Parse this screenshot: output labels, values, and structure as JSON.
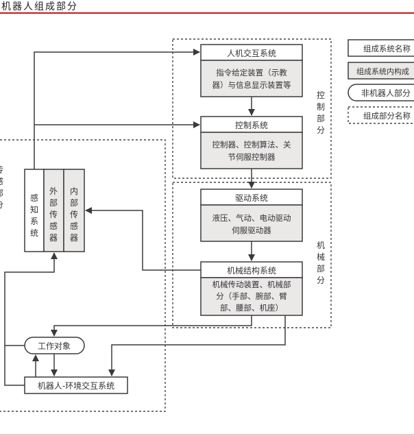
{
  "title": "机器人组成部分",
  "colors": {
    "accent_rule": "#c8161d",
    "box_stroke": "#3a3a3a",
    "box_fill_header": "#ffffff",
    "box_fill_body": "#ebe8e8",
    "line": "#3a3a3a",
    "text": "#333333"
  },
  "groups": {
    "control": {
      "label": [
        "控",
        "制",
        "部",
        "分"
      ]
    },
    "mechanical": {
      "label": [
        "机",
        "械",
        "部",
        "分"
      ]
    },
    "sensing": {
      "label": [
        "传",
        "感",
        "部",
        "分"
      ]
    }
  },
  "systems": {
    "hmi": {
      "name": "人机交互系统",
      "content": [
        "指令给定装置（示教",
        "器）与信息显示装置等"
      ]
    },
    "control": {
      "name": "控制系统",
      "content": [
        "控制器、控制算法、关",
        "节伺服控制器"
      ]
    },
    "drive": {
      "name": "驱动系统",
      "content": [
        "液压、气动、电动驱动",
        "伺服驱动器"
      ]
    },
    "mech": {
      "name": "机械结构系统",
      "content": [
        "机械传动装置、机械部",
        "分（手部、腕部、臂",
        "部、腰部、机座）"
      ]
    },
    "sensing": {
      "name": [
        "感",
        "知",
        "系",
        "统"
      ],
      "external": [
        "外",
        "部",
        "传",
        "感",
        "器"
      ],
      "internal": [
        "内",
        "部",
        "传",
        "感",
        "器"
      ]
    },
    "work_object": {
      "name": "工作对象"
    },
    "robot_env": {
      "name": "机器人-环境交互系统"
    }
  },
  "legend": [
    {
      "type": "system-name-box",
      "label": "组成系统名称"
    },
    {
      "type": "system-content-box",
      "label": "组成系统内构成"
    },
    {
      "type": "non-robot-part",
      "label": "非机器人部分"
    },
    {
      "type": "part-name-dashed",
      "label": "组成部分名称"
    }
  ]
}
